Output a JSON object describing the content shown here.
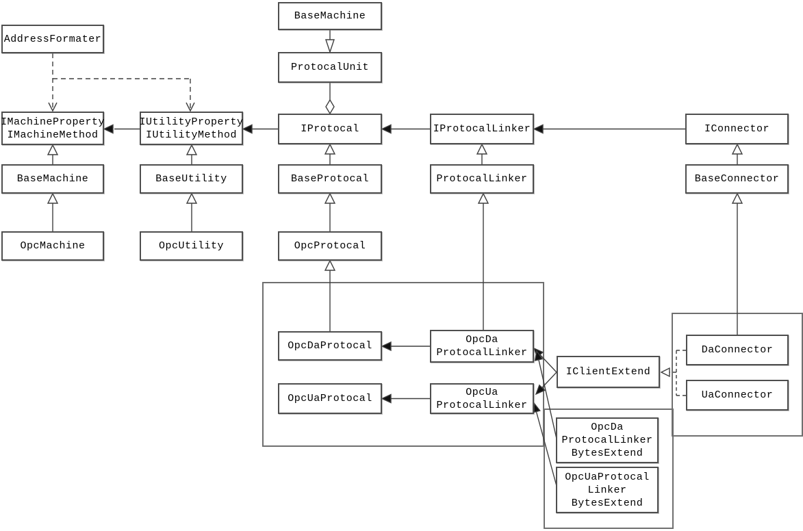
{
  "diagram": {
    "type": "uml-class-diagram",
    "background": "#ffffff",
    "colors": {
      "line": "#3f3f3f",
      "box_border": "#4e4e4e",
      "container_border": "#6f6f6f",
      "text": "#000000",
      "filled_arrow": "#111111"
    },
    "nodes": {
      "address_formater": {
        "label": "AddressFormater"
      },
      "base_machine_top": {
        "label": "BaseMachine"
      },
      "protocal_unit": {
        "label": "ProtocalUnit"
      },
      "imachine": {
        "label": "IMachineProperty\nIMachineMethod"
      },
      "iutility": {
        "label": "IUtilityProperty\nIUtilityMethod"
      },
      "iprotocal": {
        "label": "IProtocal"
      },
      "iprotocal_linker": {
        "label": "IProtocalLinker"
      },
      "iconnector": {
        "label": "IConnector"
      },
      "base_machine": {
        "label": "BaseMachine"
      },
      "base_utility": {
        "label": "BaseUtility"
      },
      "base_protocal": {
        "label": "BaseProtocal"
      },
      "protocal_linker": {
        "label": "ProtocalLinker"
      },
      "base_connector": {
        "label": "BaseConnector"
      },
      "opc_machine": {
        "label": "OpcMachine"
      },
      "opc_utility": {
        "label": "OpcUtility"
      },
      "opc_protocal": {
        "label": "OpcProtocal"
      },
      "opc_da_protocal": {
        "label": "OpcDaProtocal"
      },
      "opc_da_protocal_linker": {
        "label": "OpcDa\nProtocalLinker"
      },
      "opc_ua_protocal": {
        "label": "OpcUaProtocal"
      },
      "opc_ua_protocal_linker": {
        "label": "OpcUa\nProtocalLinker"
      },
      "iclient_extend": {
        "label": "IClientExtend"
      },
      "da_connector": {
        "label": "DaConnector"
      },
      "ua_connector": {
        "label": "UaConnector"
      },
      "opc_da_protocal_linker_bytes_extend": {
        "label": "OpcDa\nProtocalLinker\nBytesExtend"
      },
      "opc_ua_protocal_linker_bytes_extend": {
        "label": "OpcUaProtocal\nLinker\nBytesExtend"
      }
    },
    "edges": [
      {
        "from": "base_machine_top",
        "to": "protocal_unit",
        "type": "directed-association"
      },
      {
        "from": "protocal_unit",
        "to": "iprotocal",
        "type": "aggregation"
      },
      {
        "from": "iprotocal",
        "to": "iutility",
        "type": "association"
      },
      {
        "from": "iutility",
        "to": "imachine",
        "type": "association"
      },
      {
        "from": "iprotocal_linker",
        "to": "iprotocal",
        "type": "association"
      },
      {
        "from": "iconnector",
        "to": "iprotocal_linker",
        "type": "association"
      },
      {
        "from": "address_formater",
        "to": "imachine",
        "type": "dependency"
      },
      {
        "from": "address_formater",
        "to": "iutility",
        "type": "dependency"
      },
      {
        "from": "base_machine",
        "to": "imachine",
        "type": "generalization"
      },
      {
        "from": "opc_machine",
        "to": "base_machine",
        "type": "generalization"
      },
      {
        "from": "base_utility",
        "to": "iutility",
        "type": "generalization"
      },
      {
        "from": "opc_utility",
        "to": "base_utility",
        "type": "generalization"
      },
      {
        "from": "base_protocal",
        "to": "iprotocal",
        "type": "generalization"
      },
      {
        "from": "opc_protocal",
        "to": "base_protocal",
        "type": "generalization"
      },
      {
        "from": "protocal_linker",
        "to": "iprotocal_linker",
        "type": "generalization"
      },
      {
        "from": "base_connector",
        "to": "iconnector",
        "type": "generalization"
      },
      {
        "from": "opc_da_protocal",
        "to": "opc_protocal",
        "type": "generalization"
      },
      {
        "from": "opc_da_protocal_linker",
        "to": "protocal_linker",
        "type": "generalization"
      },
      {
        "from": "da_connector",
        "to": "base_connector",
        "type": "generalization"
      },
      {
        "from": "opc_da_protocal_linker",
        "to": "opc_da_protocal",
        "type": "association"
      },
      {
        "from": "opc_ua_protocal_linker",
        "to": "opc_ua_protocal",
        "type": "association"
      },
      {
        "from": "iclient_extend",
        "to": "opc_da_protocal_linker",
        "type": "association"
      },
      {
        "from": "iclient_extend",
        "to": "opc_ua_protocal_linker",
        "type": "association"
      },
      {
        "from": "opc_da_protocal_linker_bytes_extend",
        "to": "opc_da_protocal_linker",
        "type": "association"
      },
      {
        "from": "opc_ua_protocal_linker_bytes_extend",
        "to": "opc_ua_protocal_linker",
        "type": "association"
      },
      {
        "from": "da_connector",
        "to": "iclient_extend",
        "type": "realization"
      },
      {
        "from": "ua_connector",
        "to": "iclient_extend",
        "type": "realization"
      }
    ]
  }
}
